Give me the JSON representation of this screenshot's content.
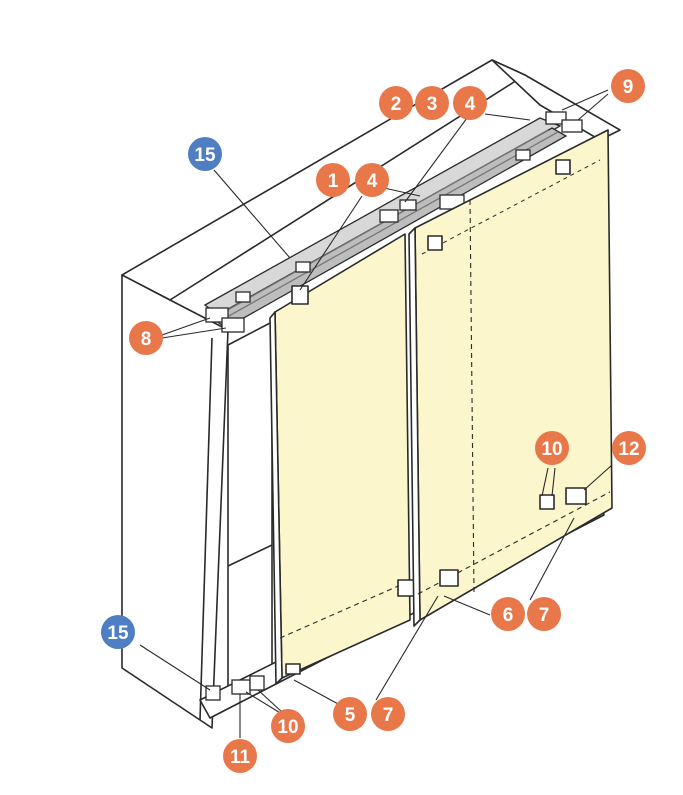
{
  "colors": {
    "orange": "#E8774A",
    "blue": "#4F7FC2",
    "panel_fill": "#FBF6CC",
    "line": "#2a2a2a",
    "cabinet_face": "#ffffff",
    "rail": "#9a9a9a"
  },
  "callouts": [
    {
      "id": "c15a",
      "label": "15",
      "color": "blue"
    },
    {
      "id": "c2",
      "label": "2",
      "color": "orange"
    },
    {
      "id": "c3",
      "label": "3",
      "color": "orange"
    },
    {
      "id": "c4a",
      "label": "4",
      "color": "orange"
    },
    {
      "id": "c9",
      "label": "9",
      "color": "orange"
    },
    {
      "id": "c1",
      "label": "1",
      "color": "orange"
    },
    {
      "id": "c4b",
      "label": "4",
      "color": "orange"
    },
    {
      "id": "c8",
      "label": "8",
      "color": "orange"
    },
    {
      "id": "c10a",
      "label": "10",
      "color": "orange"
    },
    {
      "id": "c12",
      "label": "12",
      "color": "orange"
    },
    {
      "id": "c6",
      "label": "6",
      "color": "orange"
    },
    {
      "id": "c7a",
      "label": "7",
      "color": "orange"
    },
    {
      "id": "c15b",
      "label": "15",
      "color": "blue"
    },
    {
      "id": "c5",
      "label": "5",
      "color": "orange"
    },
    {
      "id": "c7b",
      "label": "7",
      "color": "orange"
    },
    {
      "id": "c10b",
      "label": "10",
      "color": "orange"
    },
    {
      "id": "c11",
      "label": "11",
      "color": "orange"
    }
  ]
}
